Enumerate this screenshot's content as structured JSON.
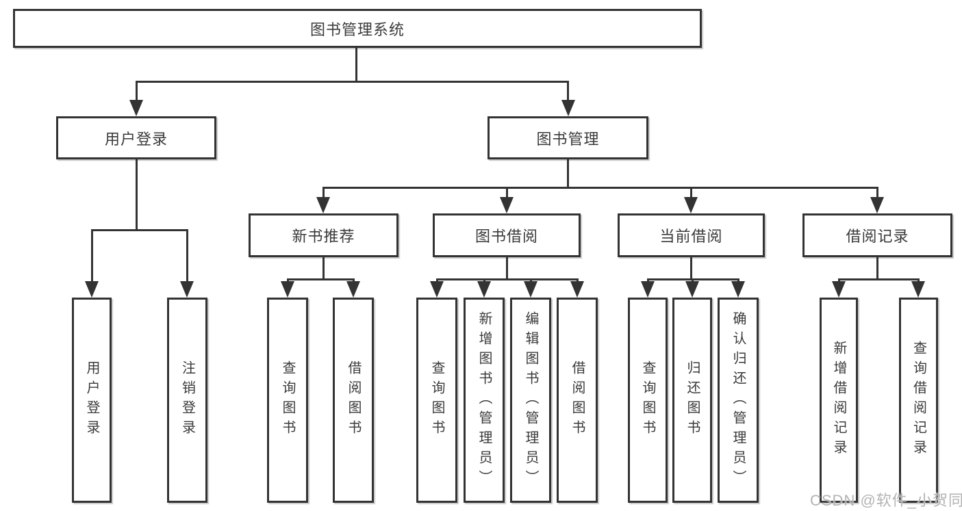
{
  "nodes": {
    "root": "图书管理系统",
    "level2": [
      "用户登录",
      "图书管理"
    ],
    "level3": [
      "新书推荐",
      "图书借阅",
      "当前借阅",
      "借阅记录"
    ],
    "leaves_user_login": [
      "用户登录",
      "注销登录"
    ],
    "leaves_new_book": [
      "查询图书",
      "借阅图书"
    ],
    "leaves_book_borrow": [
      "查询图书",
      "新增图书（管理员）",
      "编辑图书（管理员）",
      "借阅图书"
    ],
    "leaves_current_borrow": [
      "查询图书",
      "归还图书",
      "确认归还（管理员）"
    ],
    "leaves_records": [
      "新增借阅记录",
      "查询借阅记录"
    ]
  },
  "watermark": "CSDN @软件_小贺同学",
  "colors": {
    "line": "#333333",
    "text": "#3a3a3a",
    "box_background": "#ffffff",
    "watermark": "#b3b3b3"
  }
}
